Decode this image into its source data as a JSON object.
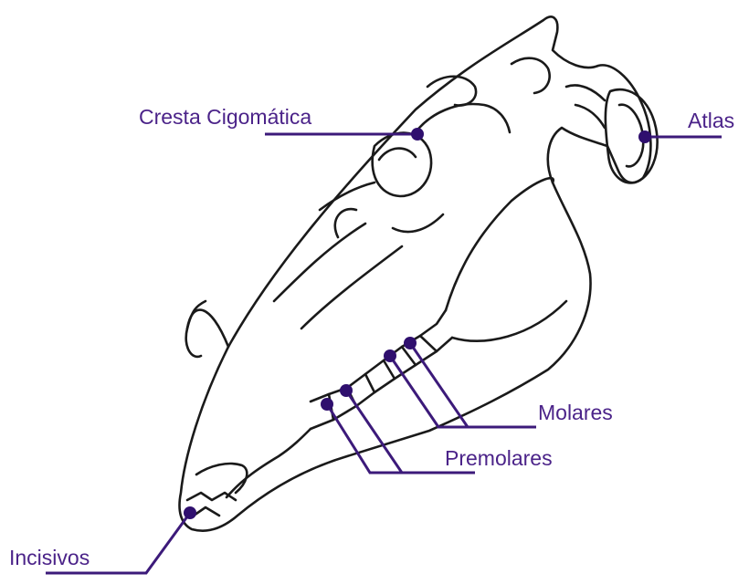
{
  "colors": {
    "label": "#4b2389",
    "leader": "#3c1a7a",
    "dot": "#2f0f6e",
    "drawing": "#1a1a1a",
    "background": "#ffffff"
  },
  "labels": {
    "cresta": "Cresta Cigomática",
    "atlas": "Atlas",
    "molares": "Molares",
    "premolares": "Premolares",
    "incisivos": "Incisivos"
  }
}
